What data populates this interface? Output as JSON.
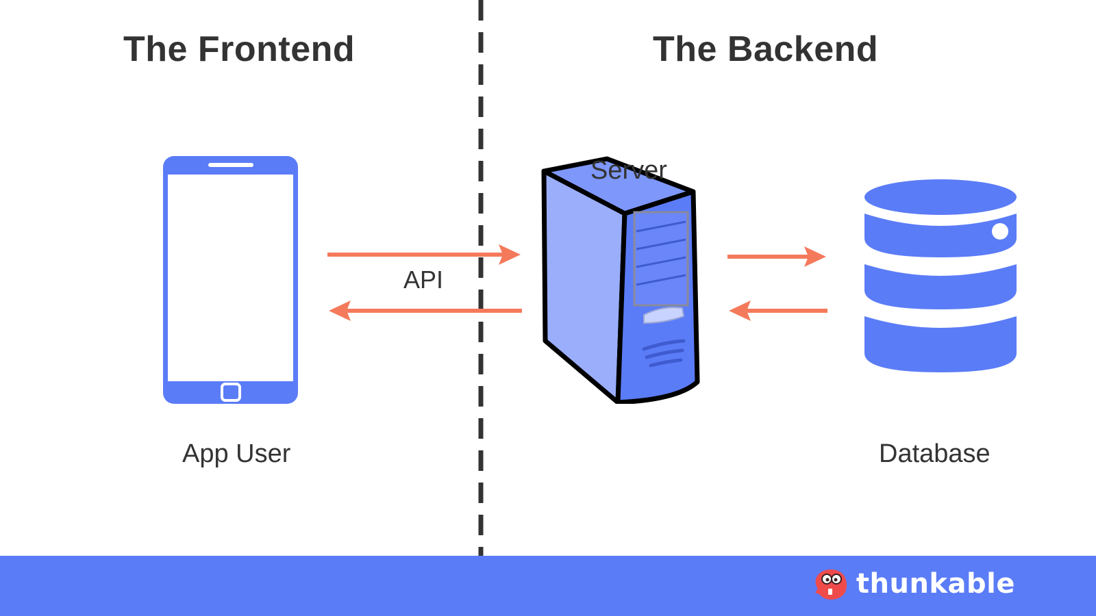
{
  "headings": {
    "frontend": "The Frontend",
    "backend": "The Backend"
  },
  "labels": {
    "app_user": "App User",
    "api": "API",
    "server": "Server",
    "database": "Database"
  },
  "footer": {
    "brand_name": "thunkable",
    "brand_icon": "thunkable-logo-icon"
  },
  "icons": {
    "phone": "smartphone-icon",
    "server": "server-tower-icon",
    "database": "database-icon"
  },
  "colors": {
    "background": "#ffffff",
    "heading_text": "#333333",
    "label_text": "#333333",
    "divider": "#333333",
    "icon_blue": "#5b7cf7",
    "arrow": "#f47a5b",
    "footer": "#5b7cf7",
    "footer_text": "#ffffff",
    "brand_logo": "#ef4b4b"
  }
}
